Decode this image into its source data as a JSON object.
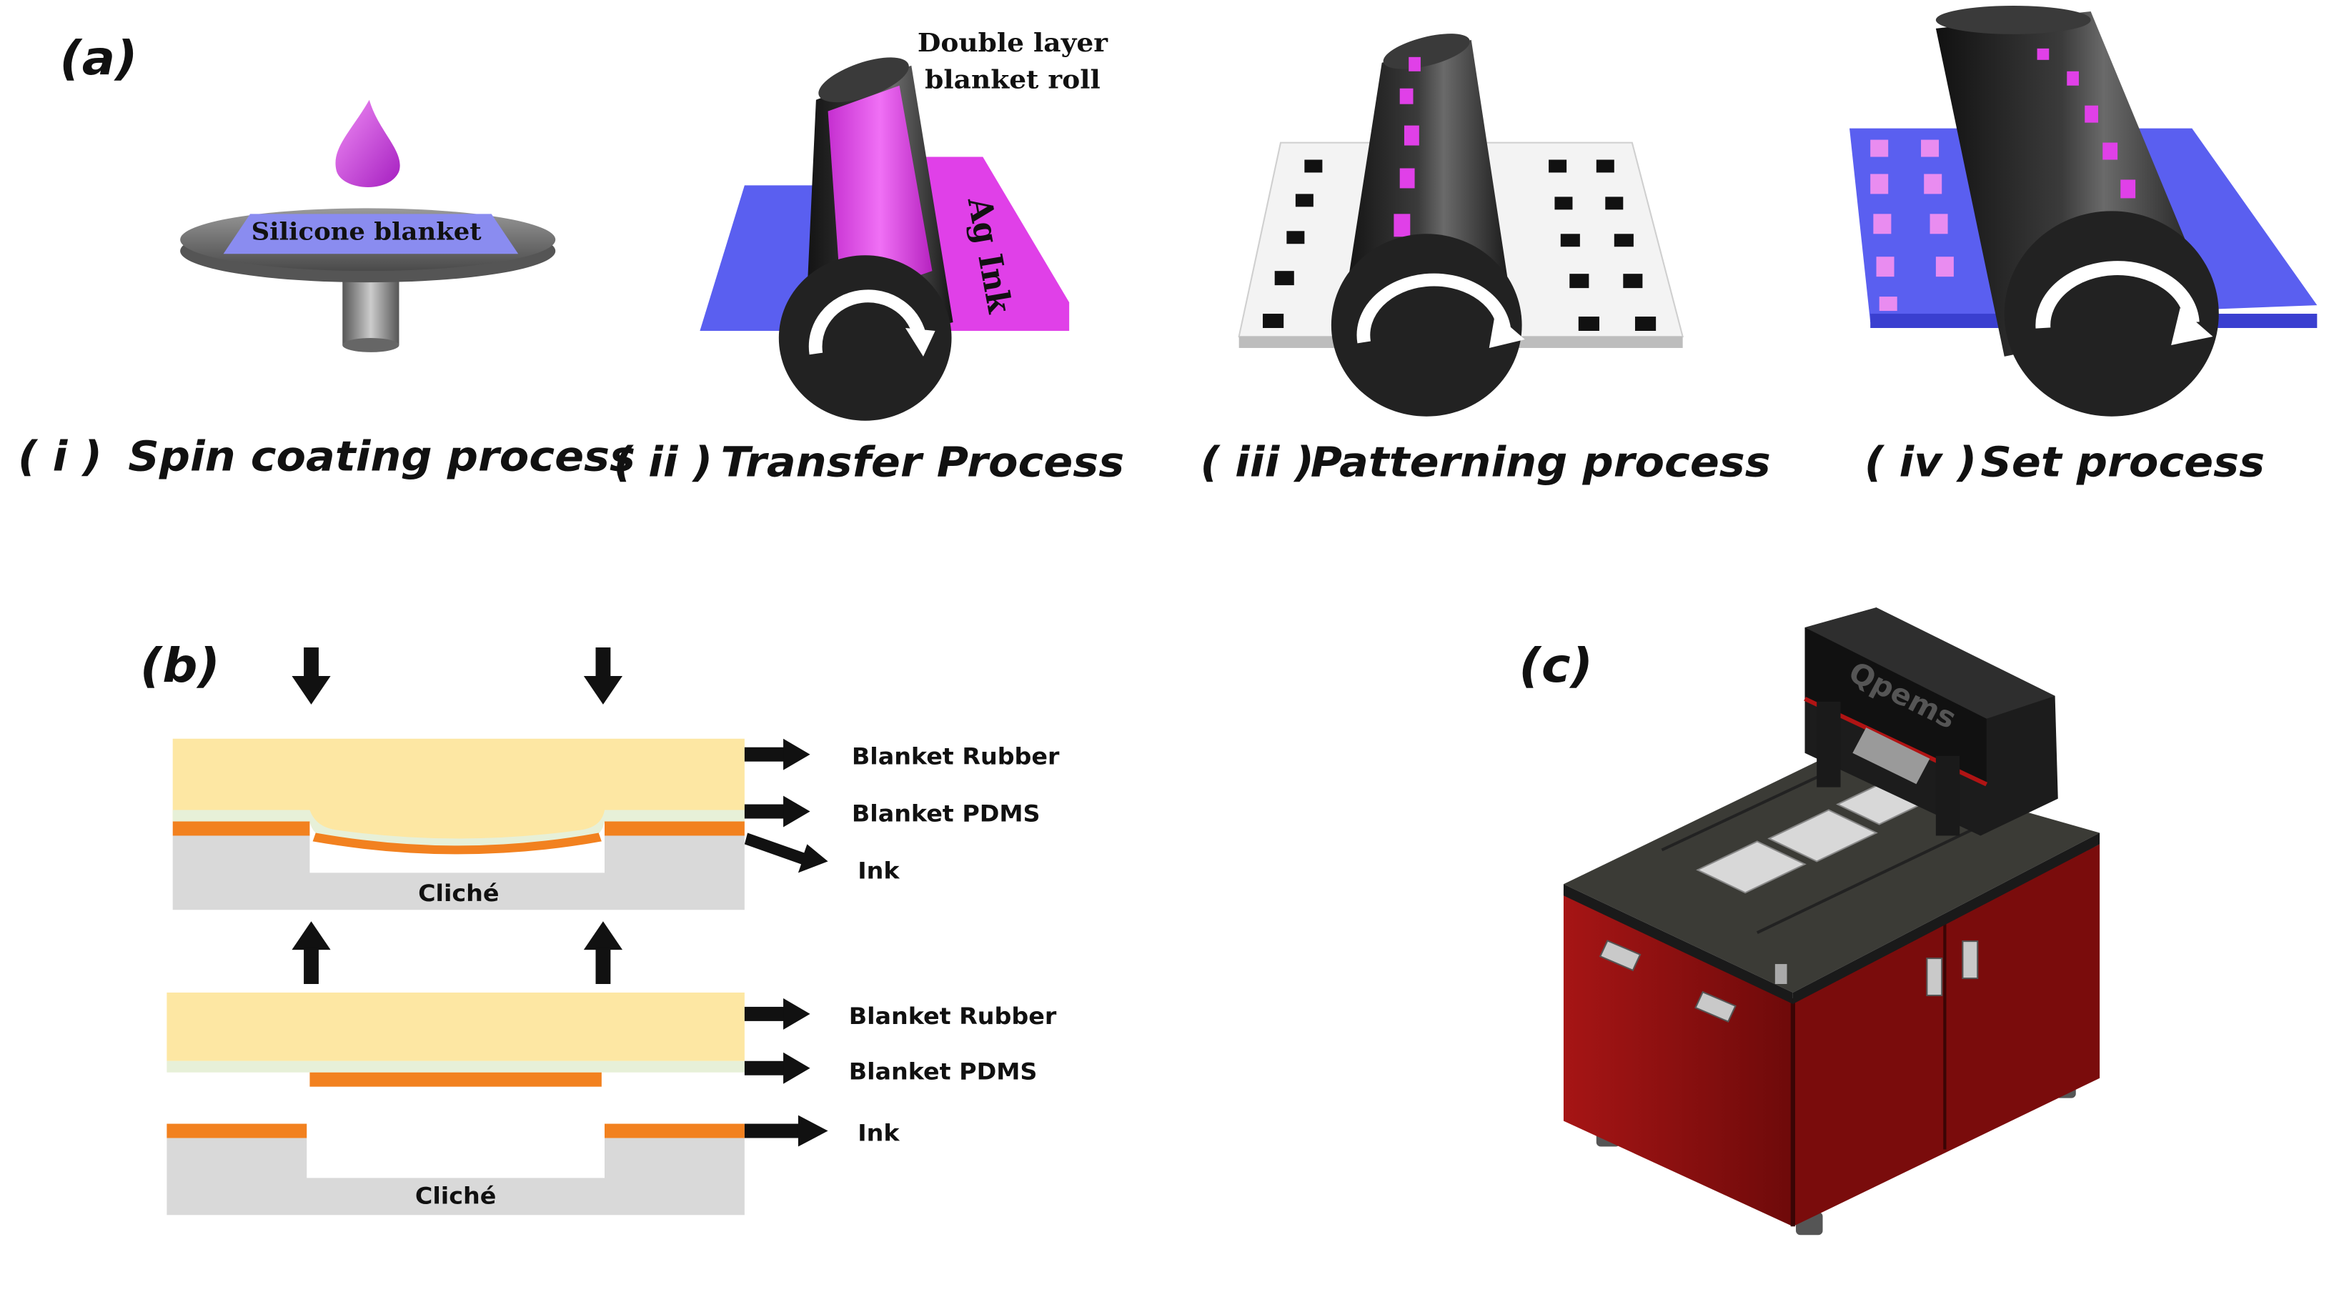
{
  "panels": {
    "a": {
      "letter": "(a)",
      "steps": [
        {
          "numeral": "( i )",
          "caption": "Spin coating process"
        },
        {
          "numeral": "( ii )",
          "caption": "Transfer Process"
        },
        {
          "numeral": "( iii )",
          "caption": "Patterning process"
        },
        {
          "numeral": "( iv )",
          "caption": "Set process"
        }
      ],
      "labels": {
        "silicone_blanket": "Silicone blanket",
        "roll_line1": "Double layer",
        "roll_line2": "blanket roll",
        "ag_ink": "Ag Ink"
      }
    },
    "b": {
      "letter": "(b)",
      "top": {
        "rubber": "Blanket Rubber",
        "pdms": "Blanket PDMS",
        "ink": "Ink",
        "cliche": "Cliché"
      },
      "bottom": {
        "rubber": "Blanket Rubber",
        "pdms": "Blanket PDMS",
        "ink": "Ink",
        "cliche": "Cliché"
      }
    },
    "c": {
      "letter": "(c)",
      "brand": "Qpems"
    }
  },
  "colors": {
    "ink_magenta": "#e040e8",
    "substrate_blue": "#5a5ff0",
    "roll_dark": "#2b2b2b",
    "rubber_yellow": "#fde7a3",
    "pdms_green": "#e7f0d8",
    "ink_orange": "#f2811f",
    "cliche_gray": "#d9d9d9",
    "machine_red": "#8e1010"
  }
}
